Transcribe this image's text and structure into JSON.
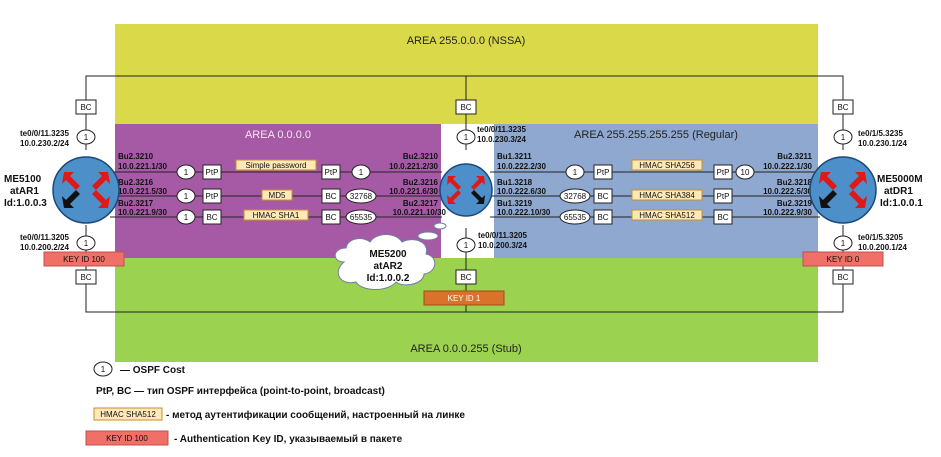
{
  "areas": {
    "nssa": "AREA 255.0.0.0 (NSSA)",
    "backbone": "AREA 0.0.0.0",
    "regular": "AREA 255.255.255.255 (Regular)",
    "stub": "AREA 0.0.0.255 (Stub)"
  },
  "routers": {
    "ar1": {
      "line1": "ME5100",
      "line2": "atAR1",
      "line3": "Id:1.0.0.3"
    },
    "ar2": {
      "line1": "ME5200",
      "line2": "atAR2",
      "line3": "Id:1.0.0.2"
    },
    "dr1": {
      "line1": "ME5000M",
      "line2": "atDR1",
      "line3": "Id:1.0.0.1"
    }
  },
  "interfaces": {
    "ar1_top": {
      "name": "te0/0/11.3235",
      "ip": "10.0.230.2/24"
    },
    "ar1_bottom": {
      "name": "te0/0/11.3205",
      "ip": "10.0.200.2/24"
    },
    "ar2_top": {
      "name": "te0/0/11.3235",
      "ip": "10.0.230.3/24"
    },
    "ar2_bottom": {
      "name": "te0/0/11.3205",
      "ip": "10.0.200.3/24"
    },
    "dr1_top": {
      "name": "te0/1/5.3235",
      "ip": "10.0.230.1/24"
    },
    "dr1_bottom": {
      "name": "te0/1/5.3205",
      "ip": "10.0.200.1/24"
    },
    "l1_left": {
      "name": "Bu2.3210",
      "ip": "10.0.221.1/30"
    },
    "l2_left": {
      "name": "Bu2.3216",
      "ip": "10.0.221.5/30"
    },
    "l3_left": {
      "name": "Bu2.3217",
      "ip": "10.0.221.9/30"
    },
    "l1_right": {
      "name": "Bu2.3210",
      "ip": "10.0.221.2/30"
    },
    "l2_right": {
      "name": "Bu2.3216",
      "ip": "10.0.221.6/30"
    },
    "l3_right": {
      "name": "Bu2.3217",
      "ip": "10.0.221.10/30"
    },
    "r1_left": {
      "name": "Bu1.3211",
      "ip": "10.0.222.2/30"
    },
    "r2_left": {
      "name": "Bu1.3218",
      "ip": "10.0.222.6/30"
    },
    "r3_left": {
      "name": "Bu1.3219",
      "ip": "10.0.222.10/30"
    },
    "r1_right": {
      "name": "Bu2.3211",
      "ip": "10.0.222.1/30"
    },
    "r2_right": {
      "name": "Bu2.3218",
      "ip": "10.0.222.5/30"
    },
    "r3_right": {
      "name": "Bu2.3219",
      "ip": "10.0.222.9/30"
    }
  },
  "labels": {
    "bc": "BC",
    "ptp": "PtP",
    "cost_1": "1",
    "cost_10": "10",
    "cost_32768": "32768",
    "cost_65535": "65535"
  },
  "auth": {
    "simple": "Simple password",
    "md5": "MD5",
    "sha1": "HMAC SHA1",
    "sha256": "HMAC SHA256",
    "sha384": "HMAC SHA384",
    "sha512": "HMAC SHA512"
  },
  "keys": {
    "left": "KEY ID 100",
    "right": "KEY ID 0",
    "center": "KEY ID 1"
  },
  "legend": {
    "cost_sample": "1",
    "cost_text": "— OSPF Cost",
    "type_text": "PtP, BC — тип OSPF интерфейса (point-to-point, broadcast)",
    "auth_sample": "HMAC SHA512",
    "auth_text": "- метод аутентификации сообщений, настроенный на линке",
    "key_sample": "KEY ID 100",
    "key_text": "- Authentication Key ID, указываемый в пакете"
  },
  "colors": {
    "nssa": "#d9d94a",
    "backbone": "#a65aa6",
    "regular": "#8fa8cf",
    "stub": "#9bd24f",
    "router": "#4d8fc9",
    "auth_fill": "#fde9b8",
    "key_fill": "#f07068",
    "key_center": "#d9722a"
  }
}
